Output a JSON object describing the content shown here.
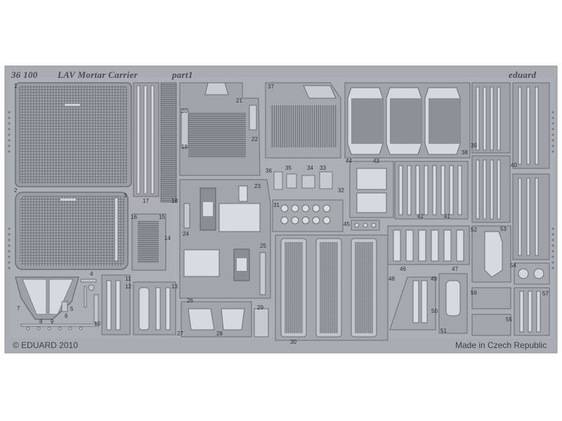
{
  "header": {
    "code": "36 100",
    "title": "LAV Mortar Carrier",
    "part": "part1",
    "brand": "eduard"
  },
  "footer": {
    "copyright": "© EDUARD 2010",
    "origin": "Made in Czech Republic"
  },
  "part_numbers": [
    "1",
    "2",
    "3",
    "4",
    "5",
    "6",
    "7",
    "8",
    "9",
    "10",
    "11",
    "12",
    "13",
    "14",
    "15",
    "16",
    "17",
    "18",
    "19",
    "20",
    "21",
    "22",
    "23",
    "24",
    "25",
    "26",
    "27",
    "28",
    "29",
    "30",
    "31",
    "32",
    "33",
    "34",
    "35",
    "36",
    "37",
    "38",
    "39",
    "40",
    "41",
    "42",
    "43",
    "44",
    "45",
    "46",
    "47",
    "48",
    "49",
    "50",
    "51",
    "52",
    "53",
    "54",
    "55",
    "56",
    "57"
  ],
  "colors": {
    "fret": "#a9adb3",
    "etched": "#8c9096",
    "dark": "#55585d",
    "light": "#d4d7db",
    "text": "#3e4146"
  }
}
